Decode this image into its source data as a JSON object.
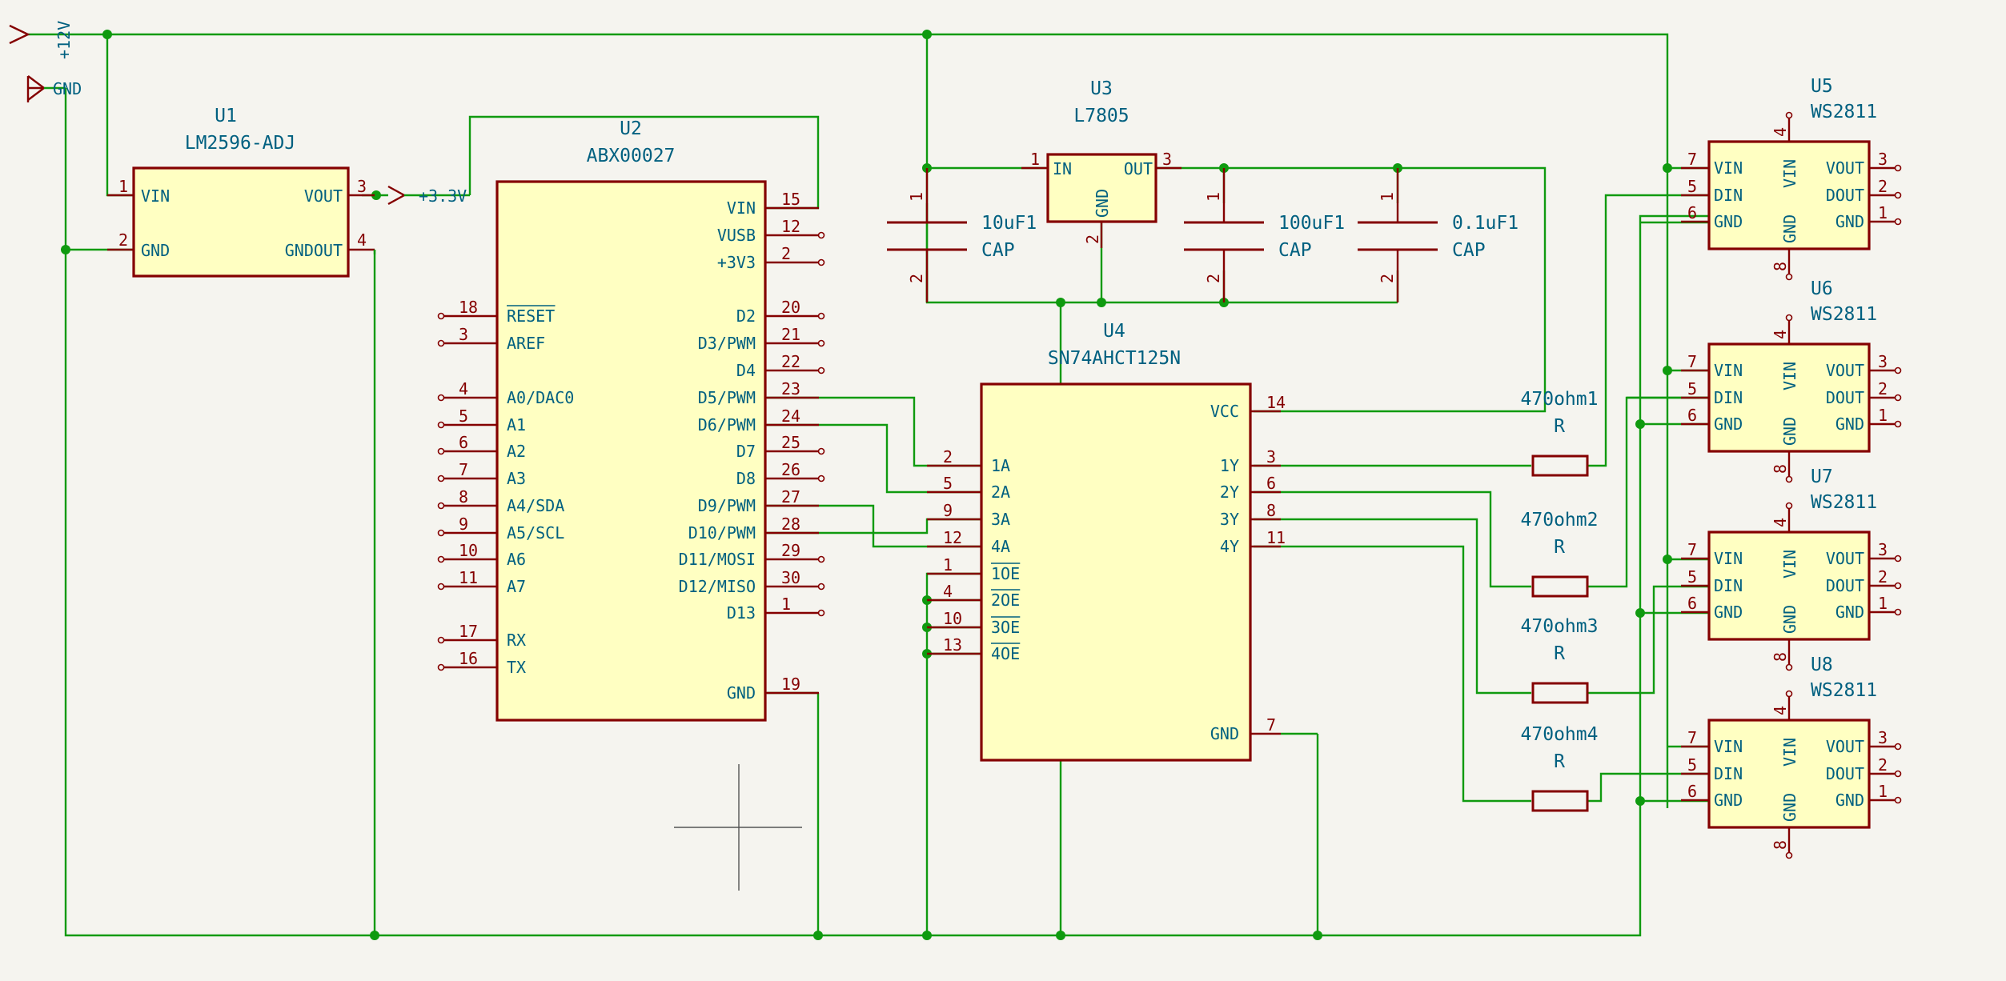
{
  "power": {
    "v12": "+12V",
    "gnd": "GND",
    "v33": "+3.3V"
  },
  "u1": {
    "ref": "U1",
    "value": "LM2596-ADJ",
    "pins": {
      "vin": "VIN",
      "gnd": "GND",
      "vout": "VOUT",
      "gndout": "GNDOUT"
    },
    "nums": {
      "vin": "1",
      "gnd": "2",
      "vout": "3",
      "gndout": "4"
    }
  },
  "u2": {
    "ref": "U2",
    "value": "ABX00027",
    "left": [
      {
        "num": "18",
        "name": "RESET"
      },
      {
        "num": "3",
        "name": "AREF"
      },
      {
        "num": "4",
        "name": "A0/DAC0"
      },
      {
        "num": "5",
        "name": "A1"
      },
      {
        "num": "6",
        "name": "A2"
      },
      {
        "num": "7",
        "name": "A3"
      },
      {
        "num": "8",
        "name": "A4/SDA"
      },
      {
        "num": "9",
        "name": "A5/SCL"
      },
      {
        "num": "10",
        "name": "A6"
      },
      {
        "num": "11",
        "name": "A7"
      },
      {
        "num": "17",
        "name": "RX"
      },
      {
        "num": "16",
        "name": "TX"
      }
    ],
    "right": [
      {
        "num": "15",
        "name": "VIN"
      },
      {
        "num": "12",
        "name": "VUSB"
      },
      {
        "num": "2",
        "name": "+3V3"
      },
      {
        "num": "20",
        "name": "D2"
      },
      {
        "num": "21",
        "name": "D3/PWM"
      },
      {
        "num": "22",
        "name": "D4"
      },
      {
        "num": "23",
        "name": "D5/PWM"
      },
      {
        "num": "24",
        "name": "D6/PWM"
      },
      {
        "num": "25",
        "name": "D7"
      },
      {
        "num": "26",
        "name": "D8"
      },
      {
        "num": "27",
        "name": "D9/PWM"
      },
      {
        "num": "28",
        "name": "D10/PWM"
      },
      {
        "num": "29",
        "name": "D11/MOSI"
      },
      {
        "num": "30",
        "name": "D12/MISO"
      },
      {
        "num": "1",
        "name": "D13"
      },
      {
        "num": "19",
        "name": "GND"
      }
    ]
  },
  "u3": {
    "ref": "U3",
    "value": "L7805",
    "in": "IN",
    "out": "OUT",
    "gnd": "GND",
    "nums": {
      "in": "1",
      "out": "3",
      "gnd": "2"
    }
  },
  "caps": [
    {
      "ref": "10uF1",
      "value": "CAP",
      "p1": "1",
      "p2": "2"
    },
    {
      "ref": "100uF1",
      "value": "CAP",
      "p1": "1",
      "p2": "2"
    },
    {
      "ref": "0.1uF1",
      "value": "CAP",
      "p1": "1",
      "p2": "2"
    }
  ],
  "u4": {
    "ref": "U4",
    "value": "SN74AHCT125N",
    "left": [
      {
        "num": "2",
        "name": "1A"
      },
      {
        "num": "5",
        "name": "2A"
      },
      {
        "num": "9",
        "name": "3A"
      },
      {
        "num": "12",
        "name": "4A"
      },
      {
        "num": "1",
        "name": "1OE"
      },
      {
        "num": "4",
        "name": "2OE"
      },
      {
        "num": "10",
        "name": "3OE"
      },
      {
        "num": "13",
        "name": "4OE"
      }
    ],
    "right": [
      {
        "num": "14",
        "name": "VCC"
      },
      {
        "num": "3",
        "name": "1Y"
      },
      {
        "num": "6",
        "name": "2Y"
      },
      {
        "num": "8",
        "name": "3Y"
      },
      {
        "num": "11",
        "name": "4Y"
      },
      {
        "num": "7",
        "name": "GND"
      }
    ]
  },
  "resistors": [
    {
      "ref": "470ohm1",
      "value": "R"
    },
    {
      "ref": "470ohm2",
      "value": "R"
    },
    {
      "ref": "470ohm3",
      "value": "R"
    },
    {
      "ref": "470ohm4",
      "value": "R"
    }
  ],
  "leds": [
    {
      "ref": "U5",
      "value": "WS2811"
    },
    {
      "ref": "U6",
      "value": "WS2811"
    },
    {
      "ref": "U7",
      "value": "WS2811"
    },
    {
      "ref": "U8",
      "value": "WS2811"
    }
  ],
  "ledPins": {
    "vin": "VIN",
    "din": "DIN",
    "gnd": "GND",
    "vout": "VOUT",
    "dout": "DOUT",
    "n7": "7",
    "n5": "5",
    "n6": "6",
    "n3": "3",
    "n2": "2",
    "n1": "1",
    "n4": "4",
    "n8": "8"
  }
}
